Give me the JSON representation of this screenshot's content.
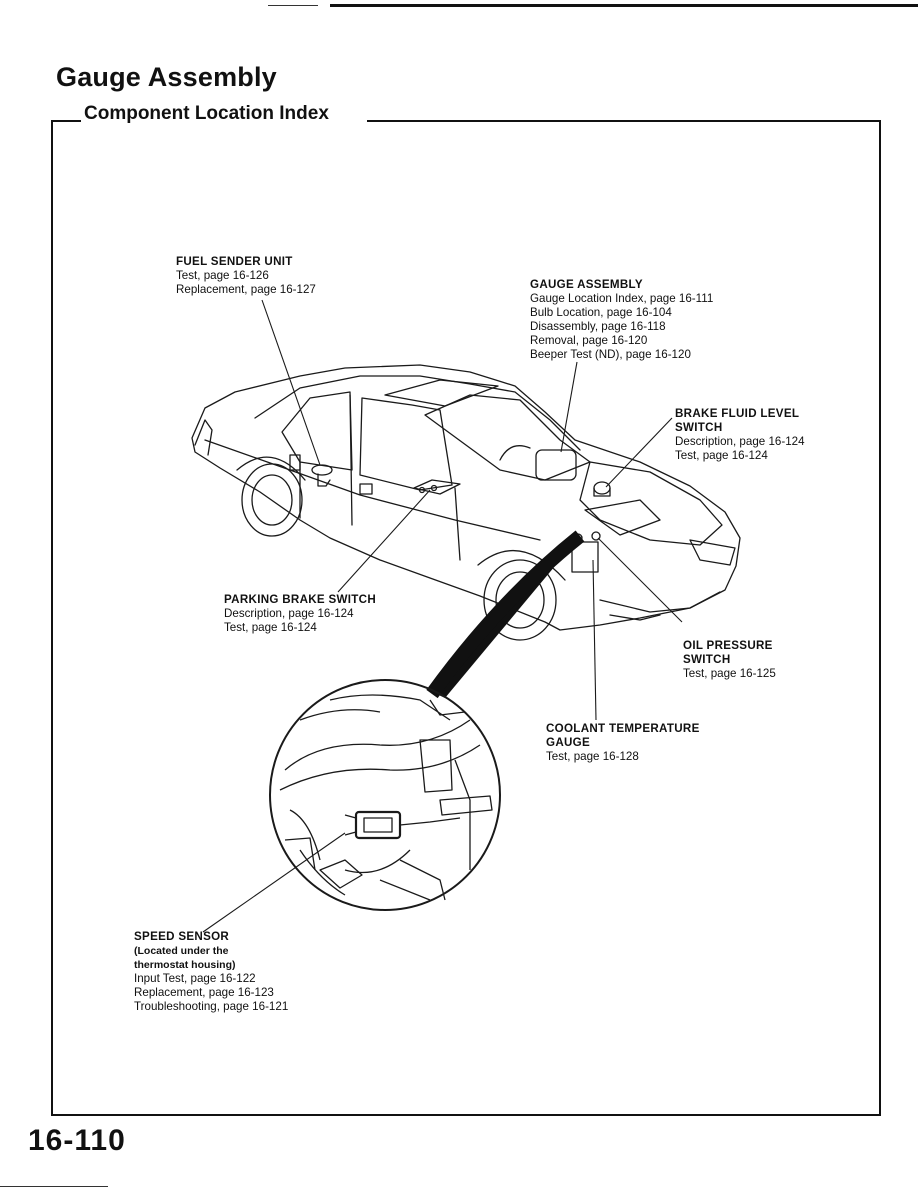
{
  "page": {
    "title": "Gauge Assembly",
    "section_title": "Component Location Index",
    "page_number": "16-110"
  },
  "callouts": {
    "fuel_sender": {
      "title": "FUEL SENDER UNIT",
      "refs": [
        "Test, page 16-126",
        "Replacement, page 16-127"
      ]
    },
    "gauge_assembly": {
      "title": "GAUGE ASSEMBLY",
      "refs": [
        "Gauge Location Index, page 16-111",
        "Bulb Location, page 16-104",
        "Disassembly, page 16-118",
        "Removal, page 16-120",
        "Beeper Test (ND), page 16-120"
      ]
    },
    "brake_fluid": {
      "title_line1": "BRAKE FLUID LEVEL",
      "title_line2": "SWITCH",
      "refs": [
        "Description, page 16-124",
        "Test, page 16-124"
      ]
    },
    "parking_brake": {
      "title": "PARKING BRAKE SWITCH",
      "refs": [
        "Description, page 16-124",
        "Test, page 16-124"
      ]
    },
    "oil_pressure": {
      "title_line1": "OIL PRESSURE",
      "title_line2": "SWITCH",
      "refs": [
        "Test, page 16-125"
      ]
    },
    "coolant_temp": {
      "title_line1": "COOLANT TEMPERATURE",
      "title_line2": "GAUGE",
      "refs": [
        "Test, page 16-128"
      ]
    },
    "speed_sensor": {
      "title": "SPEED SENSOR",
      "notes": [
        "(Located under the",
        "thermostat housing)"
      ],
      "refs": [
        "Input Test, page 16-122",
        "Replacement, page 16-123",
        "Troubleshooting, page 16-121"
      ]
    }
  }
}
